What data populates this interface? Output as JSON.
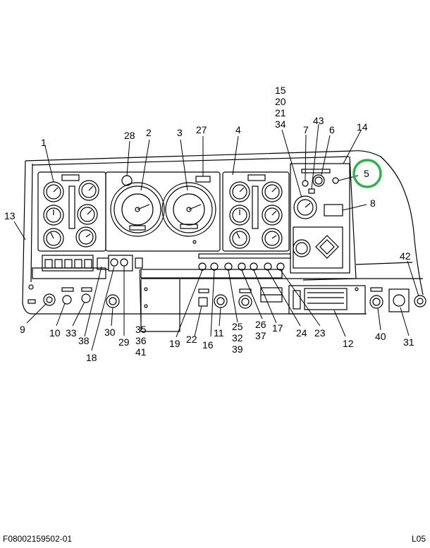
{
  "figure": {
    "code": "F08002159502-01",
    "page": "L05",
    "highlight_color": "#2db34a",
    "highlighted_callout": "5"
  },
  "callouts": {
    "c1": "1",
    "c2": "2",
    "c3": "3",
    "c4": "4",
    "c5": "5",
    "c6": "6",
    "c7": "7",
    "c8": "8",
    "c9": "9",
    "c10": "10",
    "c11": "11",
    "c12": "12",
    "c13": "13",
    "c14": "14",
    "c15": "15",
    "c16": "16",
    "c17": "17",
    "c18": "18",
    "c19": "19",
    "c20": "20",
    "c21": "21",
    "c22": "22",
    "c23": "23",
    "c24": "24",
    "c25": "25",
    "c26": "26",
    "c27": "27",
    "c28": "28",
    "c29": "29",
    "c30": "30",
    "c31": "31",
    "c32": "32",
    "c33": "33",
    "c34": "34",
    "c35": "35",
    "c36": "36",
    "c37": "37",
    "c38": "38",
    "c39": "39",
    "c40": "40",
    "c41": "41",
    "c42": "42",
    "c43": "43"
  }
}
